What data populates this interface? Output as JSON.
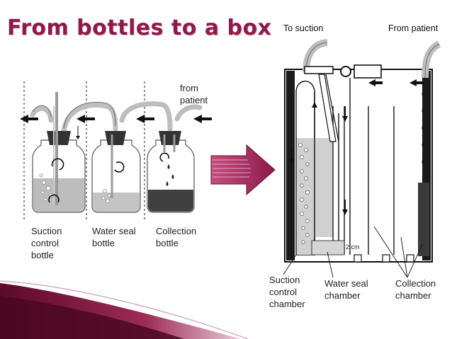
{
  "title": "From bottles to a box",
  "bottle_labels": {
    "suction": "Suction\ncontrol\nbottle",
    "water_seal": "Water seal\nbottle",
    "collection": "Collection\nbottle",
    "from_patient": "from\npatient"
  },
  "box_labels": {
    "to_suction": "To suction",
    "from_patient": "From patient",
    "scale_mark": "2 cm",
    "suction_chamber": "Suction\ncontrol\nchamber",
    "water_seal_chamber": "Water seal\nchamber",
    "collection_chamber": "Collection\nchamber"
  },
  "colors": {
    "title": "#8e1a4d",
    "big_arrow": "#a8285c",
    "corner_swoosh": "#7a1238"
  }
}
